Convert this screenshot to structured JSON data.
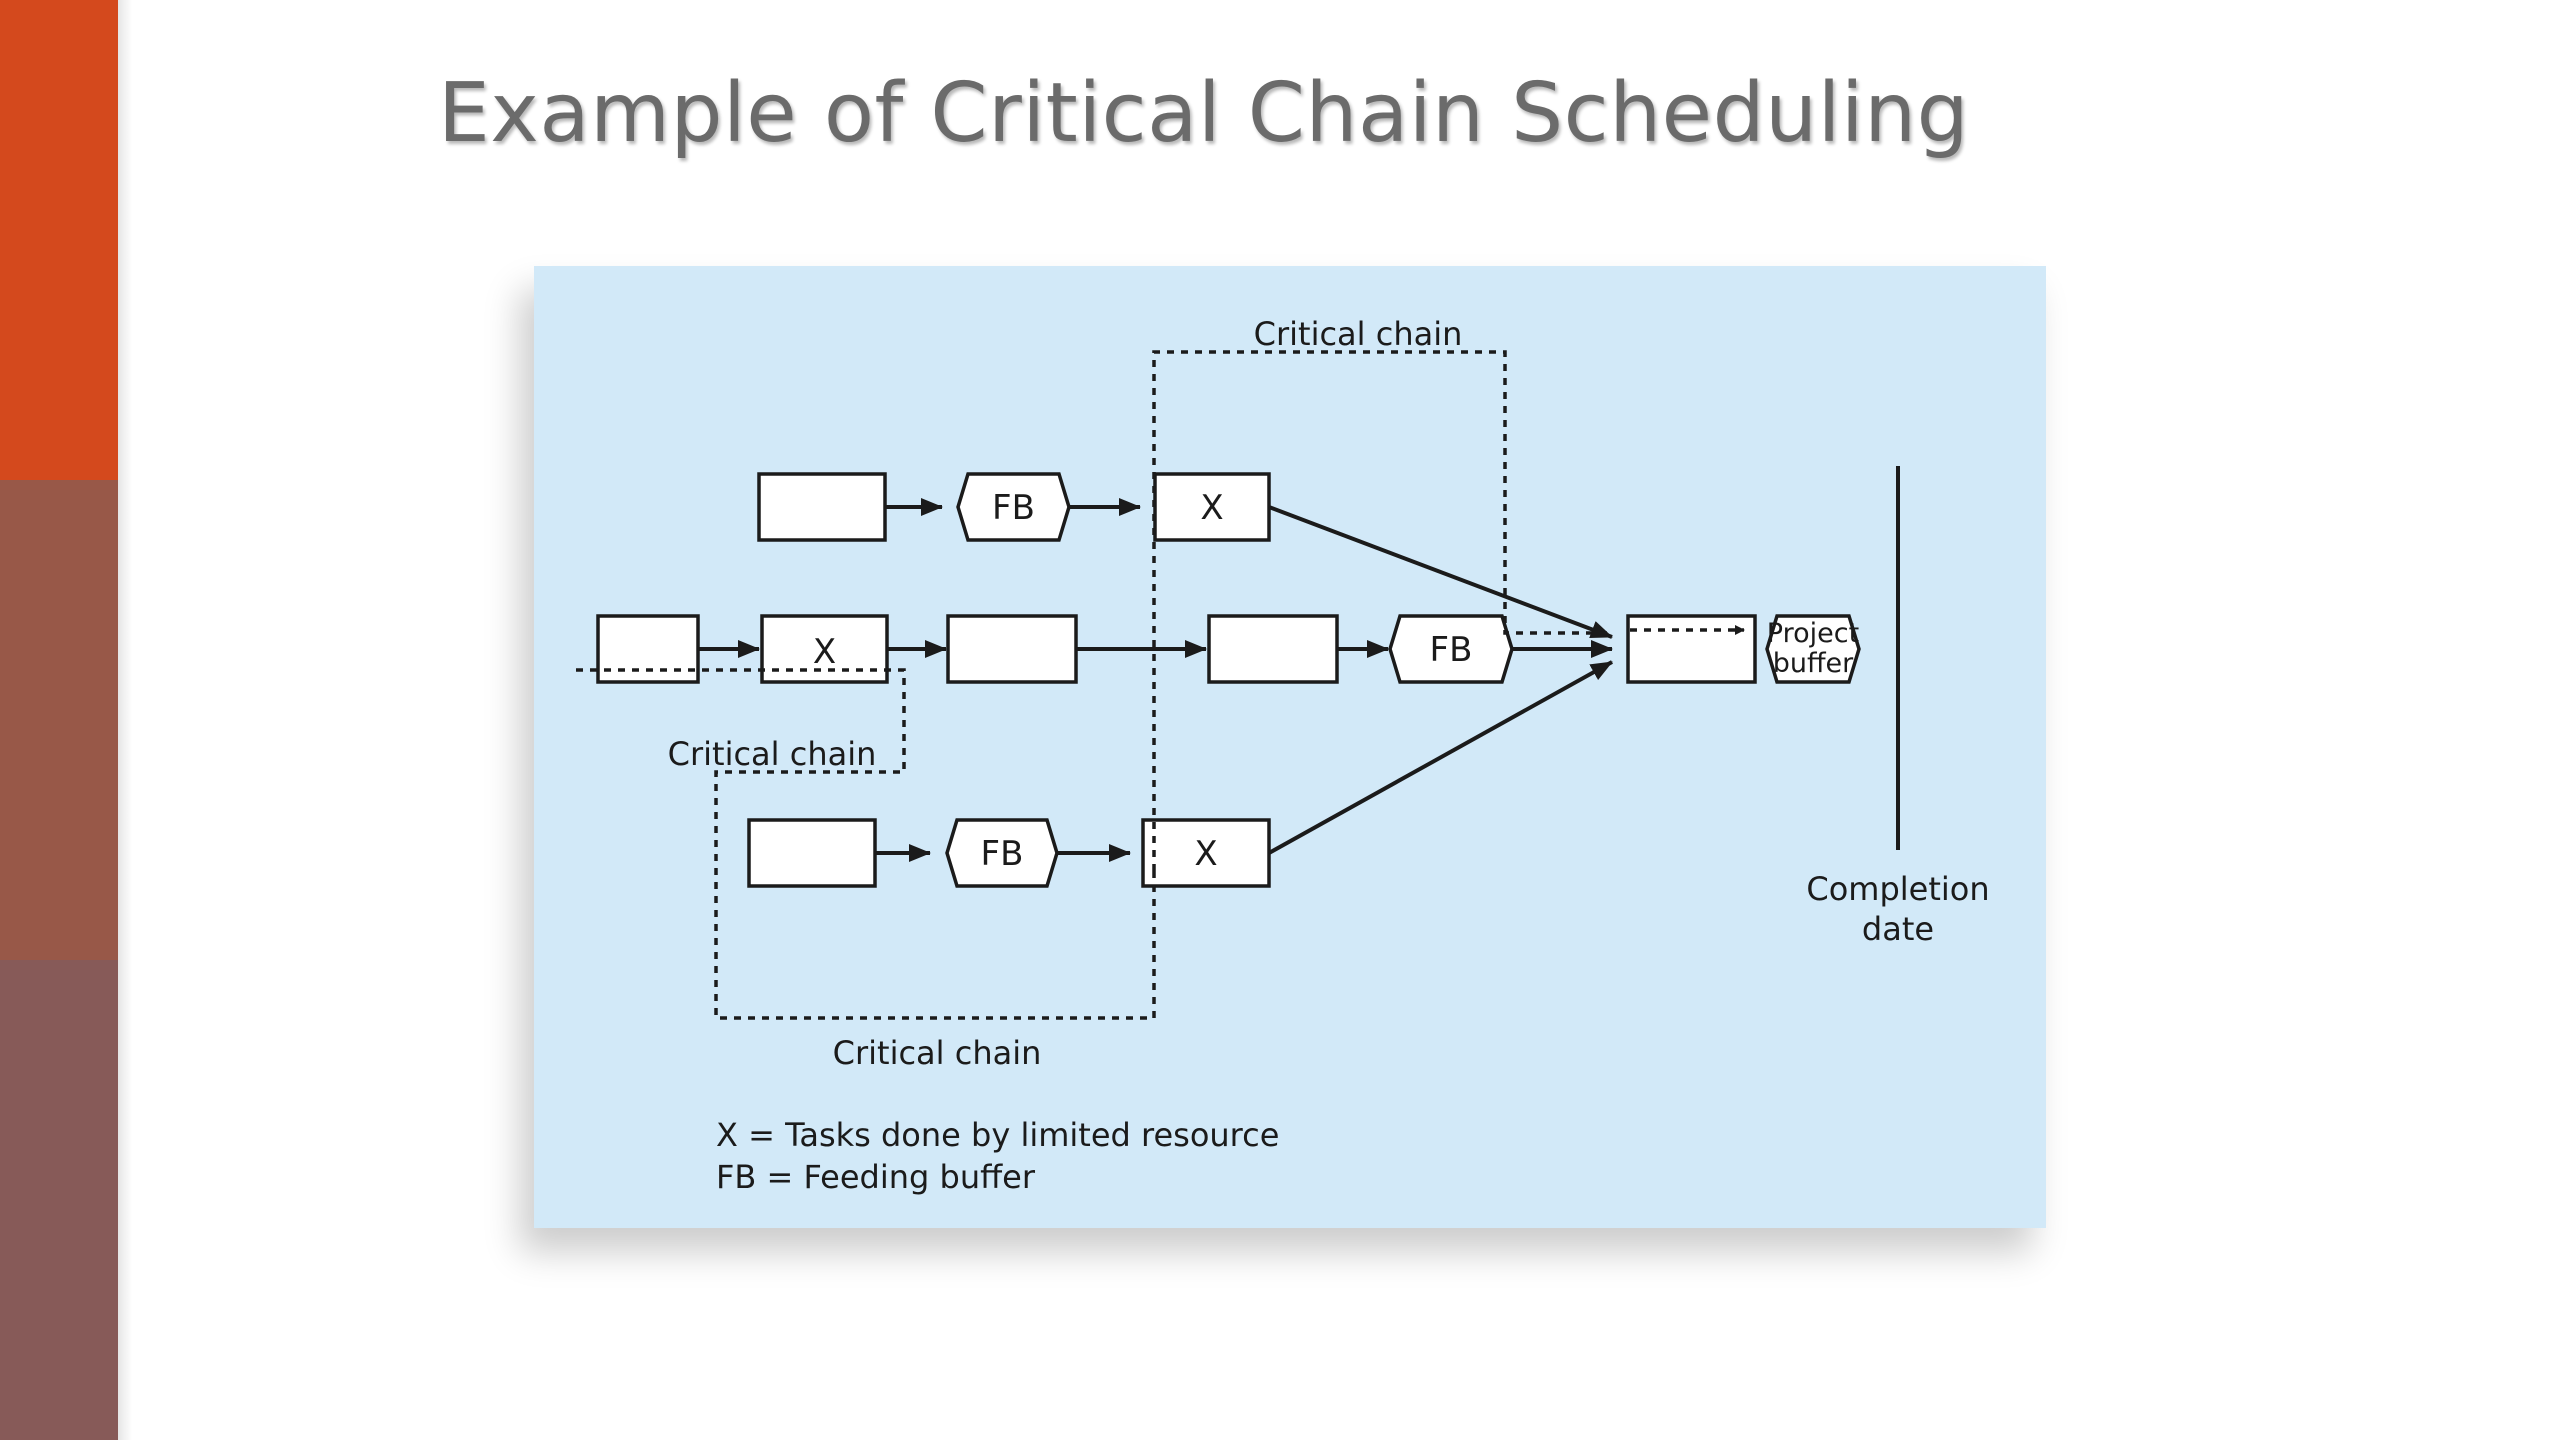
{
  "slide": {
    "title": "Example of Critical Chain Scheduling"
  },
  "colors": {
    "sidebar_top": "#d4491d",
    "sidebar_middle": "#985848",
    "sidebar_bottom": "#875a58",
    "panel_background": "#d2e9f8",
    "title_text": "#6b6b6b"
  },
  "diagram": {
    "critical_chain_top_label": "Critical chain",
    "critical_chain_middle_label": "Critical chain",
    "critical_chain_bottom_label": "Critical chain",
    "task_limited_resource_label": "X",
    "feeding_buffer_label": "FB",
    "project_buffer_label_line1": "Project",
    "project_buffer_label_line2": "buffer",
    "completion_label_line1": "Completion",
    "completion_label_line2": "date",
    "legend_line1": "X = Tasks done by limited resource",
    "legend_line2": "FB = Feeding buffer"
  }
}
